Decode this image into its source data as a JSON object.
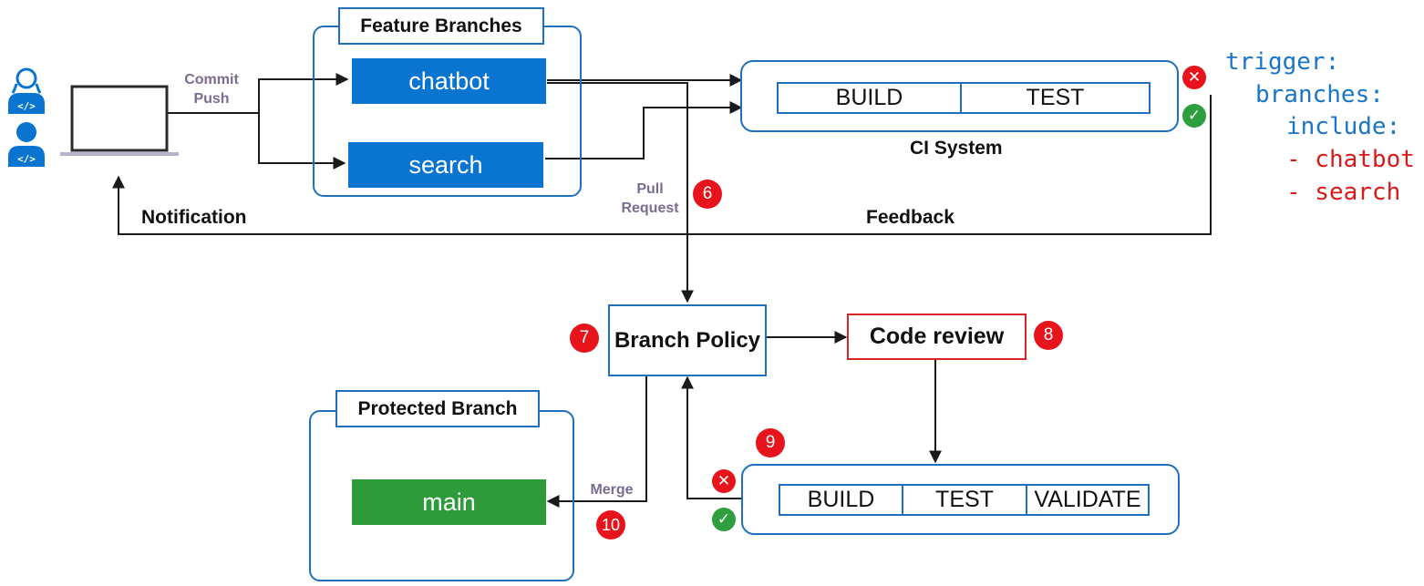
{
  "colors": {
    "blue": "#1f6fbf",
    "branch_blue": "#0a74d1",
    "green": "#2e9b3a",
    "red": "#e8141c",
    "code_blue": "#1a75c9",
    "code_red": "#d91a1a",
    "muted": "#7a6b91"
  },
  "developers": {
    "icons": [
      "developer-female-icon",
      "developer-male-icon",
      "laptop-icon"
    ]
  },
  "labels": {
    "commit": "Commit",
    "push": "Push",
    "pull": "Pull",
    "request": "Request",
    "notification": "Notification",
    "feedback": "Feedback",
    "merge": "Merge"
  },
  "feature_branches": {
    "title": "Feature Branches",
    "branches": [
      "chatbot",
      "search"
    ]
  },
  "ci_system": {
    "title": "CI System",
    "steps": [
      "BUILD",
      "TEST"
    ]
  },
  "branch_policy": {
    "label": "Branch Policy"
  },
  "code_review": {
    "label": "Code review"
  },
  "validation": {
    "steps": [
      "BUILD",
      "TEST",
      "VALIDATE"
    ]
  },
  "protected_branch": {
    "title": "Protected Branch",
    "branch": "main"
  },
  "steps": {
    "pull_request": "6",
    "branch_policy": "7",
    "code_review": "8",
    "validation": "9",
    "merge": "10"
  },
  "status": {
    "fail": "✕",
    "pass": "✓"
  },
  "yaml": {
    "trigger": "trigger:",
    "branches": "branches:",
    "include": "include:",
    "items": [
      "- chatbot",
      "- search"
    ]
  }
}
